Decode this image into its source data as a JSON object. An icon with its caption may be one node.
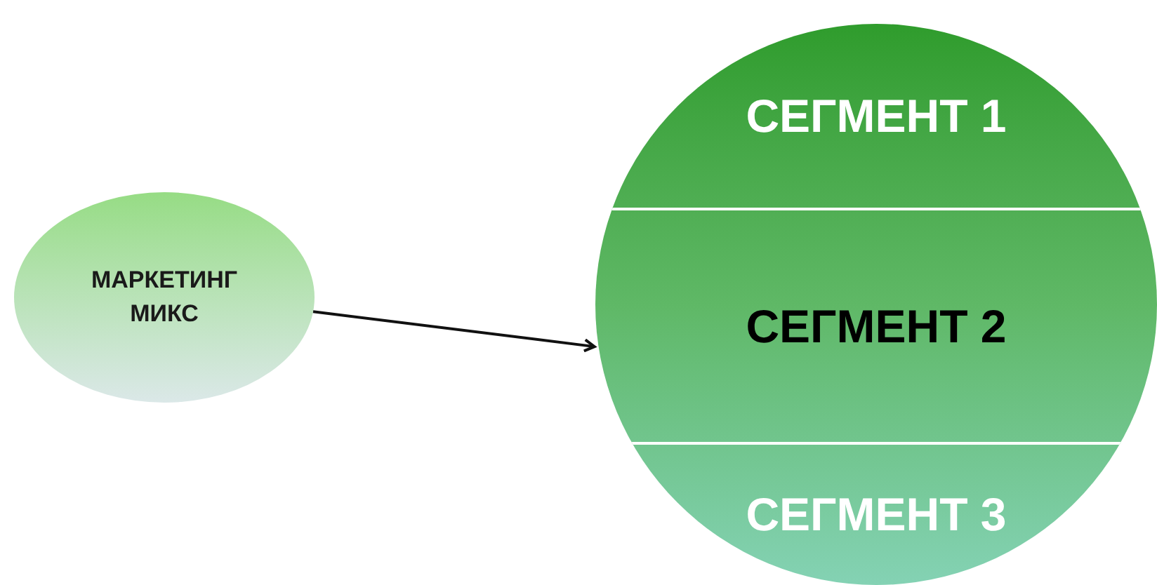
{
  "diagram": {
    "nodes": [
      {
        "text": [
          "МАРКЕТИНГ МИКС"
        ]
      },
      {
        "text": [],
        "shape": "circle"
      },
      {
        "text": [
          "СЕГМЕНТ 1"
        ],
        "in": 1
      },
      {
        "text": [
          "СЕГМЕНТ 2"
        ],
        "in": 1
      },
      {
        "text": [
          "СЕГМЕНТ 3"
        ],
        "in": 1
      }
    ],
    "edges": [
      {
        "from": 0,
        "to": 1,
        "arrow": "to"
      }
    ]
  }
}
